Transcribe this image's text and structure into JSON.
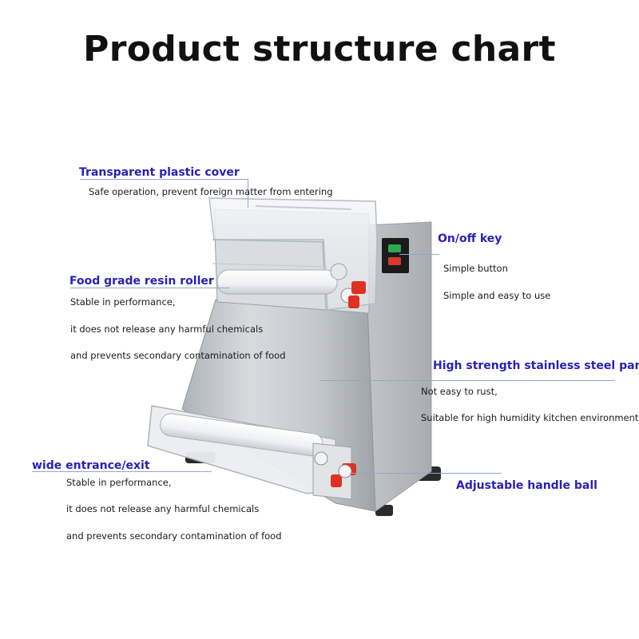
{
  "page": {
    "title": "Product structure chart"
  },
  "colors": {
    "label": "#2a1fb5",
    "text": "#1a1a1a",
    "leader": "#8fa8cc",
    "steel": "#c9ccd0",
    "knob": "#e0301f"
  },
  "callouts": {
    "cover": {
      "title": "Transparent plastic cover",
      "lines": [
        "Safe operation, prevent foreign matter from entering"
      ]
    },
    "switch": {
      "title": "On/off key",
      "lines": [
        "Simple button",
        "Simple and easy to use"
      ]
    },
    "roller": {
      "title": "Food grade resin roller",
      "lines": [
        "Stable in performance,",
        "it does not release any harmful chemicals",
        "and prevents secondary contamination of food"
      ]
    },
    "panel": {
      "title": "High strength stainless steel panel",
      "lines": [
        "Not easy to rust,",
        "Suitable for high humidity kitchen environments"
      ]
    },
    "entrance": {
      "title": "wide entrance/exit",
      "lines": [
        "Stable in performance,",
        "it does not release any harmful chemicals",
        "and prevents secondary contamination of food"
      ]
    },
    "handle": {
      "title": "Adjustable handle ball",
      "lines": []
    }
  }
}
